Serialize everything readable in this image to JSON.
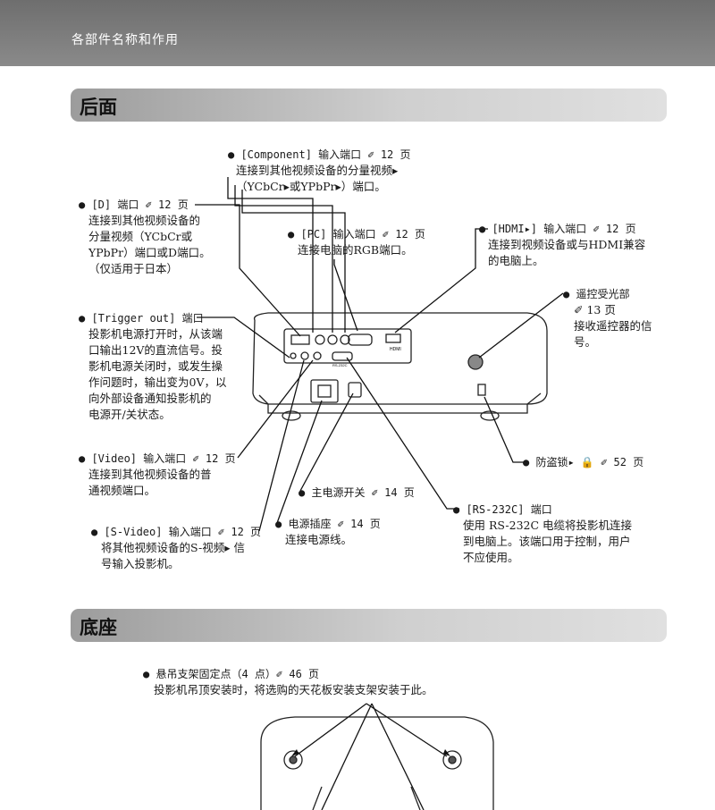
{
  "header": {
    "breadcrumb": "各部件名称和作用"
  },
  "sections": {
    "rear": "后面",
    "base": "底座"
  },
  "callouts": {
    "component": {
      "title": "● [Component] 输入端口 ✐ 12 页",
      "lines": [
        "连接到其他视频设备的分量视频▸",
        "（YCbCr▸或YPbPr▸）端口。"
      ]
    },
    "d_port": {
      "title": "● [D] 端口 ✐ 12 页",
      "lines": [
        "连接到其他视频设备的",
        "分量视频（YCbCr或",
        "YPbPr）端口或D端口。",
        "（仅适用于日本）"
      ]
    },
    "pc": {
      "title": "● [PC] 输入端口 ✐ 12 页",
      "lines": [
        "连接电脑的RGB端口。"
      ]
    },
    "hdmi": {
      "title": "● [HDMI▸] 输入端口 ✐ 12 页",
      "lines": [
        "连接到视频设备或与HDMI兼容",
        "的电脑上。"
      ]
    },
    "remote": {
      "title": "● 遥控受光部",
      "lines": [
        "✐ 13 页",
        "接收遥控器的信",
        "号。"
      ]
    },
    "trigger": {
      "title": "● [Trigger out] 端口",
      "lines": [
        "投影机电源打开时，从该端",
        "口输出12V的直流信号。投",
        "影机电源关闭时，或发生操",
        "作问题时，输出变为0V，以",
        "向外部设备通知投影机的",
        "电源开/关状态。"
      ]
    },
    "antitheft": {
      "title": "● 防盗锁▸ 🔒 ✐ 52 页"
    },
    "video": {
      "title": "● [Video] 输入端口 ✐ 12 页",
      "lines": [
        "连接到其他视频设备的普",
        "通视频端口。"
      ]
    },
    "main_power": {
      "title": "● 主电源开关  ✐ 14 页"
    },
    "svideo": {
      "title": "● [S-Video] 输入端口 ✐ 12 页",
      "lines": [
        "将其他视频设备的S-视频▸ 信",
        "号输入投影机。"
      ]
    },
    "power_inlet": {
      "title": "● 电源插座 ✐ 14 页",
      "lines": [
        "连接电源线。"
      ]
    },
    "rs232c": {
      "title": "● [RS-232C] 端口",
      "lines": [
        "使用 RS-232C 电缆将投影机连接",
        "到电脑上。该端口用于控制，用户",
        "不应使用。"
      ]
    },
    "mount": {
      "title": "● 悬吊支架固定点（4 点）✐ 46 页",
      "lines": [
        "投影机吊顶安装时，将选购的天花板安装支架安装于此。"
      ]
    }
  },
  "device_labels": {
    "hdmi_small": "HDMI",
    "rs_small": "RS-232C"
  }
}
